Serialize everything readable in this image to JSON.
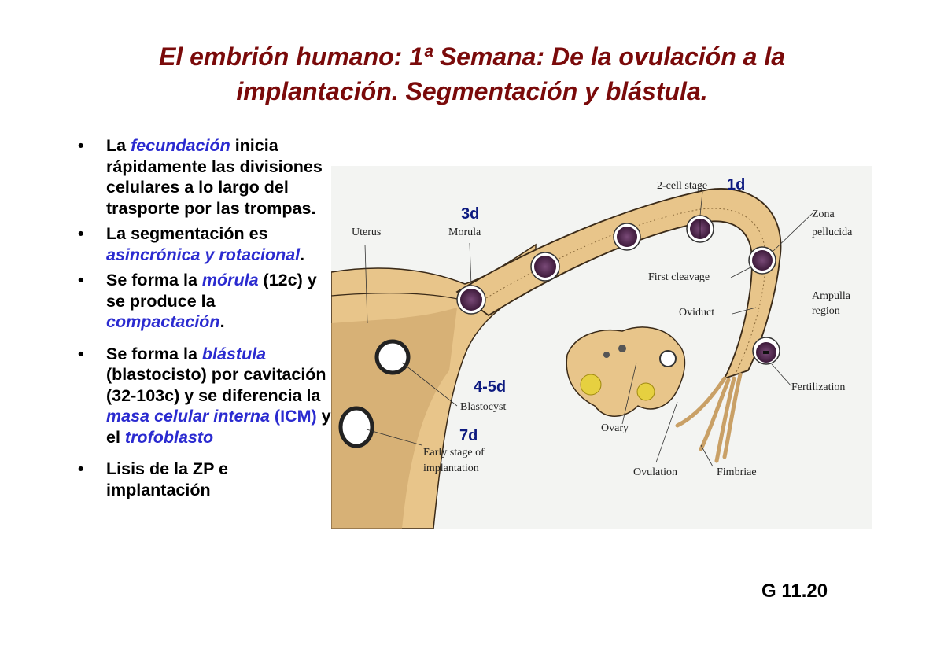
{
  "slide": {
    "title_line1": "El embrión humano: 1ª Semana: De la ovulación a la",
    "title_line2": "implantación. Segmentación y blástula.",
    "title_color": "#7a0a0a",
    "highlight_color": "#2b2bd0",
    "bullet_glyph": "•",
    "bullets": [
      {
        "segments": [
          {
            "text": "La ",
            "style": "plain"
          },
          {
            "text": "fecundación",
            "style": "highlight"
          },
          {
            "text": " inicia rápidamente las divisiones celulares a lo largo del trasporte por las trompas.",
            "style": "plain"
          }
        ]
      },
      {
        "segments": [
          {
            "text": "La segmentación es ",
            "style": "plain"
          },
          {
            "text": "asincrónica y rotacional",
            "style": "highlight"
          },
          {
            "text": ".",
            "style": "plain"
          }
        ]
      },
      {
        "segments": [
          {
            "text": "Se forma la ",
            "style": "plain"
          },
          {
            "text": "mórula",
            "style": "highlight"
          },
          {
            "text": " (12c) y se produce la ",
            "style": "plain"
          },
          {
            "text": "compactación",
            "style": "highlight"
          },
          {
            "text": ".",
            "style": "plain"
          }
        ]
      },
      {
        "segments": [
          {
            "text": "Se forma la ",
            "style": "plain"
          },
          {
            "text": "blástula",
            "style": "highlight"
          },
          {
            "text": " (blastocisto) por cavitación (32-103c) y se diferencia la ",
            "style": "plain"
          },
          {
            "text": "masa celular interna",
            "style": "highlight"
          },
          {
            "text": " (ICM)",
            "style": "highlight-plain"
          },
          {
            "text": " y el ",
            "style": "plain"
          },
          {
            "text": "trofoblasto",
            "style": "highlight"
          }
        ]
      },
      {
        "segments": [
          {
            "text": "Lisis de la ZP e implantación",
            "style": "plain"
          }
        ]
      }
    ],
    "figure_ref": "G 11.20"
  },
  "figure": {
    "labels": {
      "uterus": "Uterus",
      "morula": "Morula",
      "two_cell": "2-cell stage",
      "zona": "Zona",
      "pellucida": "pellucida",
      "first_cleavage": "First cleavage",
      "oviduct": "Oviduct",
      "ampulla": "Ampulla",
      "region": "region",
      "fertilization": "Fertilization",
      "blastocyst": "Blastocyst",
      "early_stage": "Early stage of",
      "implantation": "implantation",
      "ovary": "Ovary",
      "ovulation": "Ovulation",
      "fimbriae": "Fimbriae"
    },
    "days": {
      "d1": "1d",
      "d3": "3d",
      "d45": "4-5d",
      "d7": "7d"
    },
    "colors": {
      "tissue": "#e8c58a",
      "tissue_dark": "#8a6a3a",
      "cell": "#5a2d55",
      "day_label": "#0d1a80",
      "background": "#f3f4f2"
    }
  }
}
